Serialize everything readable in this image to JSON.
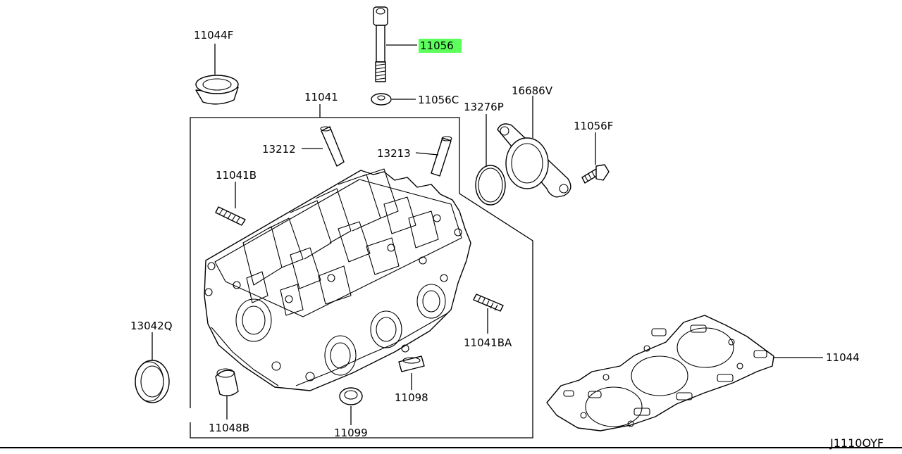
{
  "diagram_code": "J1110OYF",
  "highlight_color": "#5dff5d",
  "labels": {
    "p11044F": "11044F",
    "p11056": "11056",
    "p11056C": "11056C",
    "p11041": "11041",
    "p13276P": "13276P",
    "p16686V": "16686V",
    "p11056F": "11056F",
    "p13212": "13212",
    "p13213": "13213",
    "p11041B": "11041B",
    "p13042Q": "13042Q",
    "p11041BA": "11041BA",
    "p11044": "11044",
    "p11048B": "11048B",
    "p11098": "11098",
    "p11099": "11099"
  }
}
